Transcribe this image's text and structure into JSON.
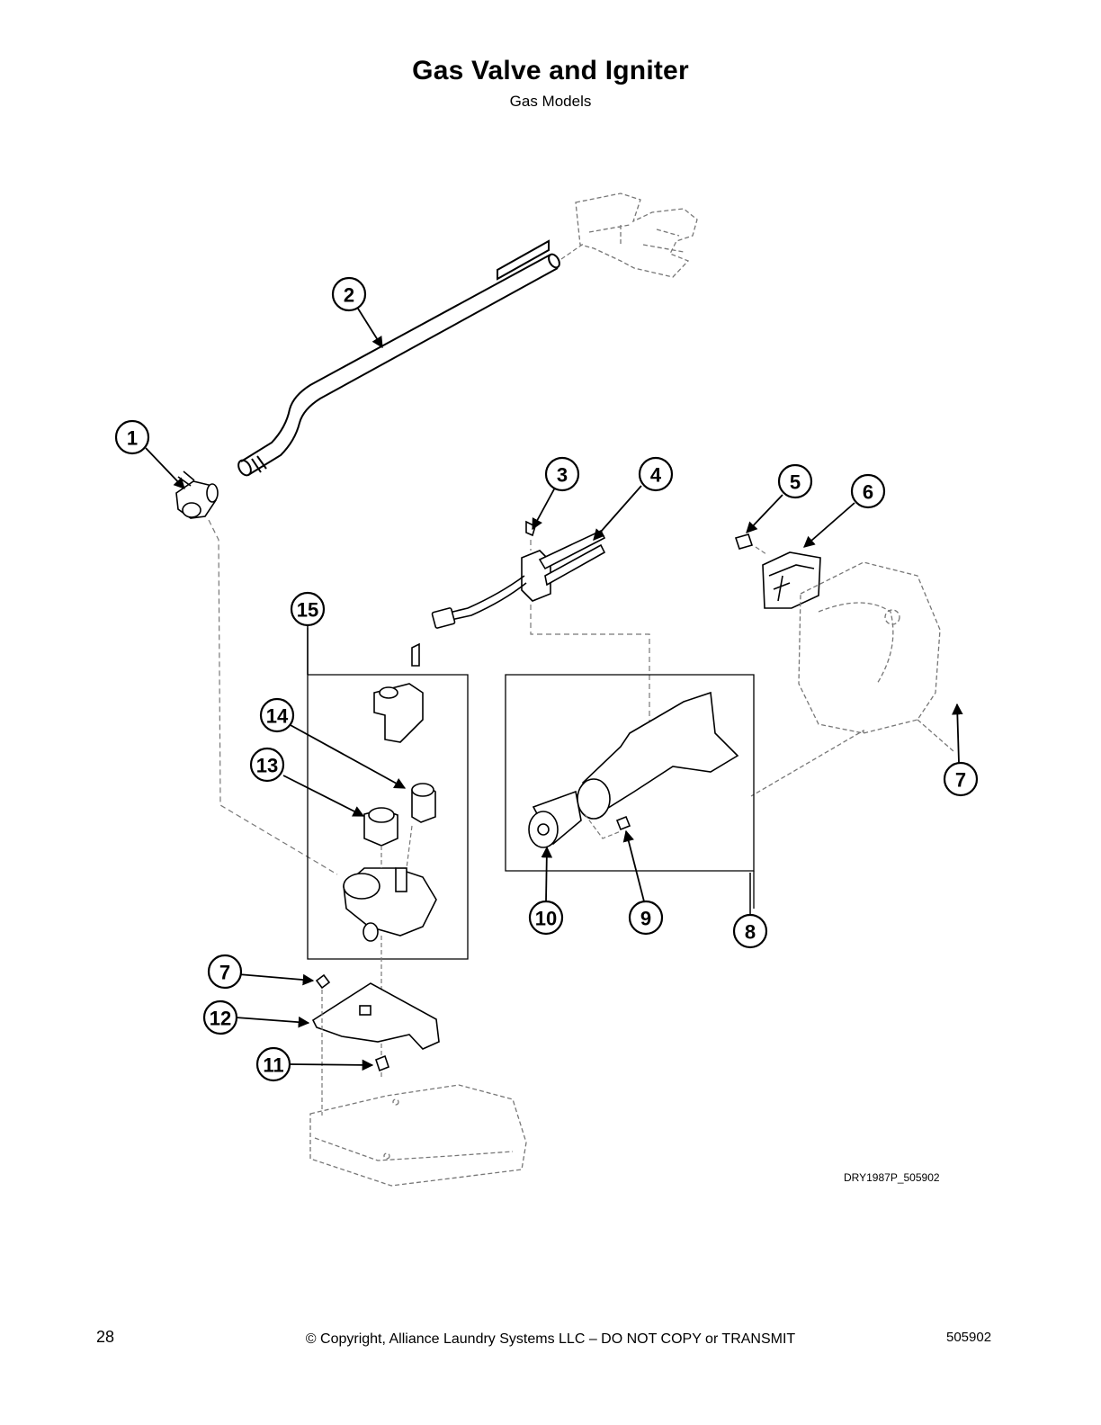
{
  "header": {
    "title": "Gas Valve and Igniter",
    "subtitle": "Gas Models"
  },
  "diagram": {
    "code": "DRY1987P_505902",
    "callouts": [
      "1",
      "2",
      "3",
      "4",
      "5",
      "6",
      "7",
      "7",
      "8",
      "9",
      "10",
      "11",
      "12",
      "13",
      "14",
      "15"
    ]
  },
  "footer": {
    "page_number": "28",
    "copyright": "© Copyright, Alliance Laundry Systems LLC – DO NOT COPY or TRANSMIT",
    "doc_number": "505902"
  }
}
